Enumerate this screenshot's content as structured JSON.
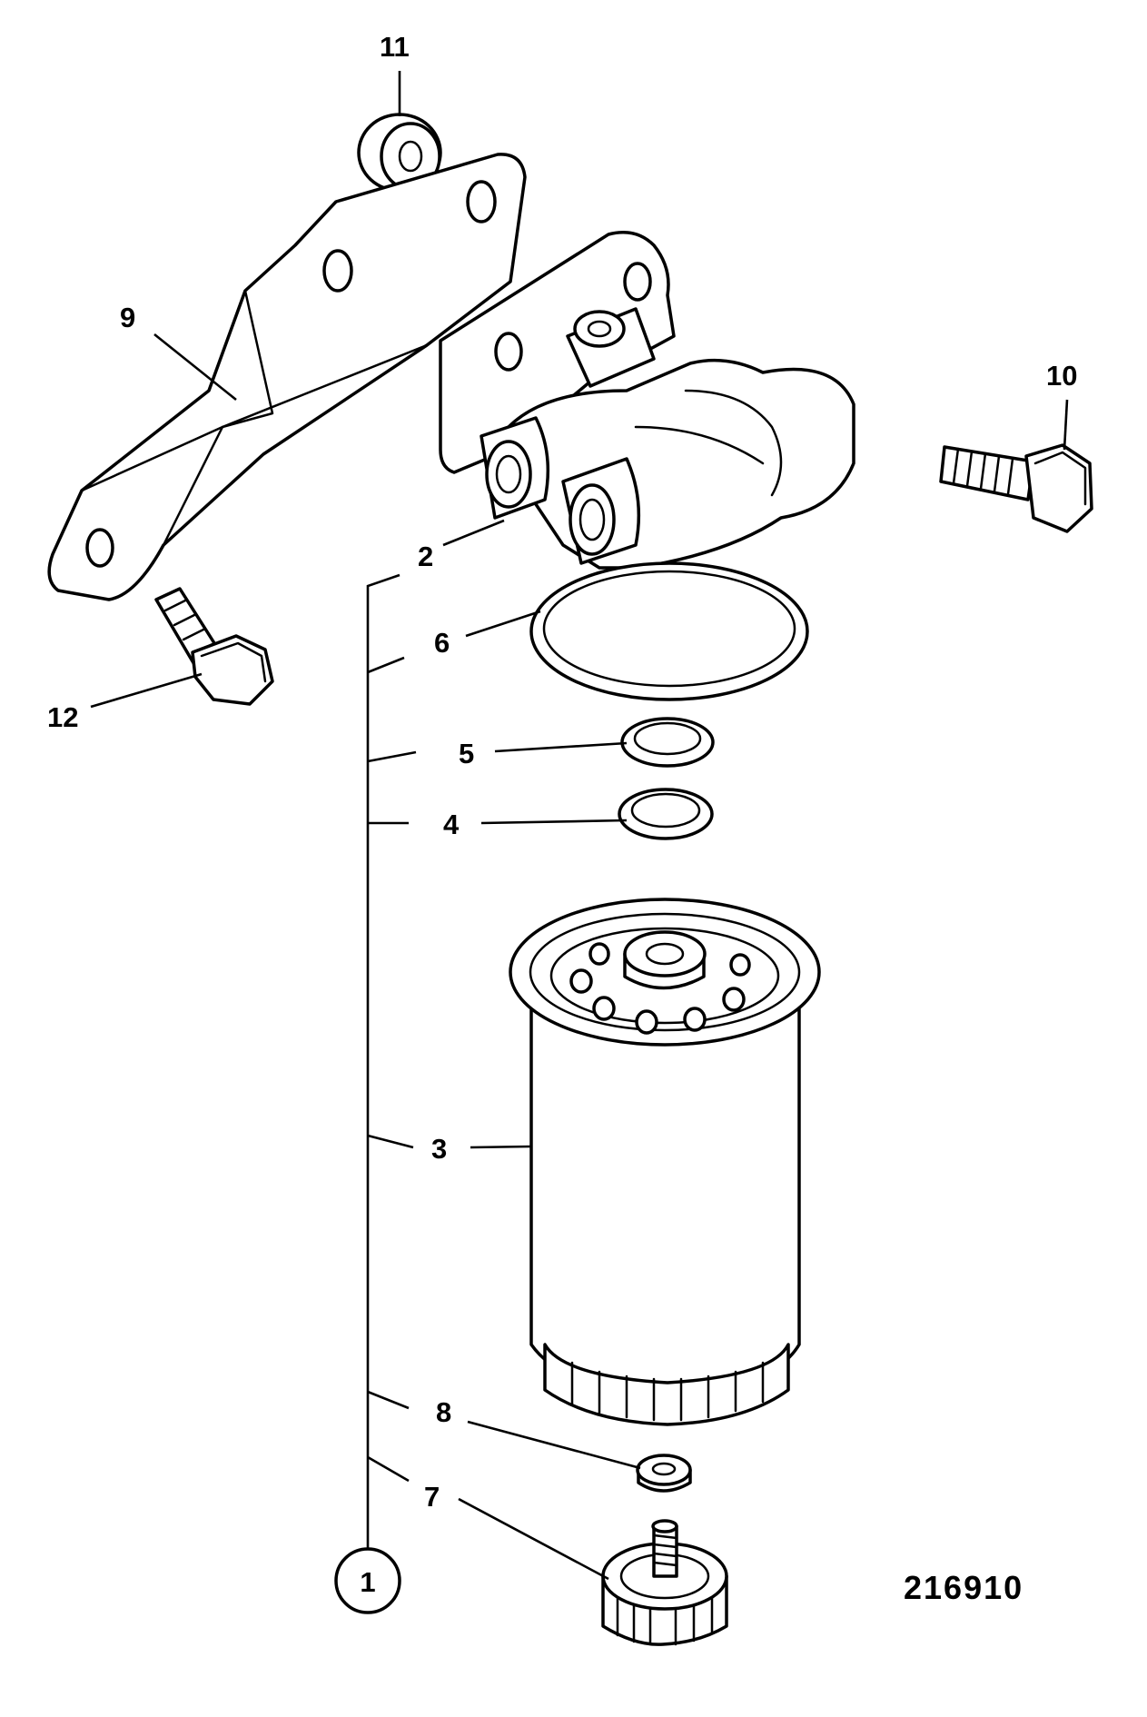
{
  "figure_number": "216910",
  "assembly_marker": "1",
  "callouts": {
    "c2": "2",
    "c3": "3",
    "c4": "4",
    "c5": "5",
    "c6": "6",
    "c7": "7",
    "c8": "8",
    "c9": "9",
    "c10": "10",
    "c11": "11",
    "c12": "12"
  }
}
